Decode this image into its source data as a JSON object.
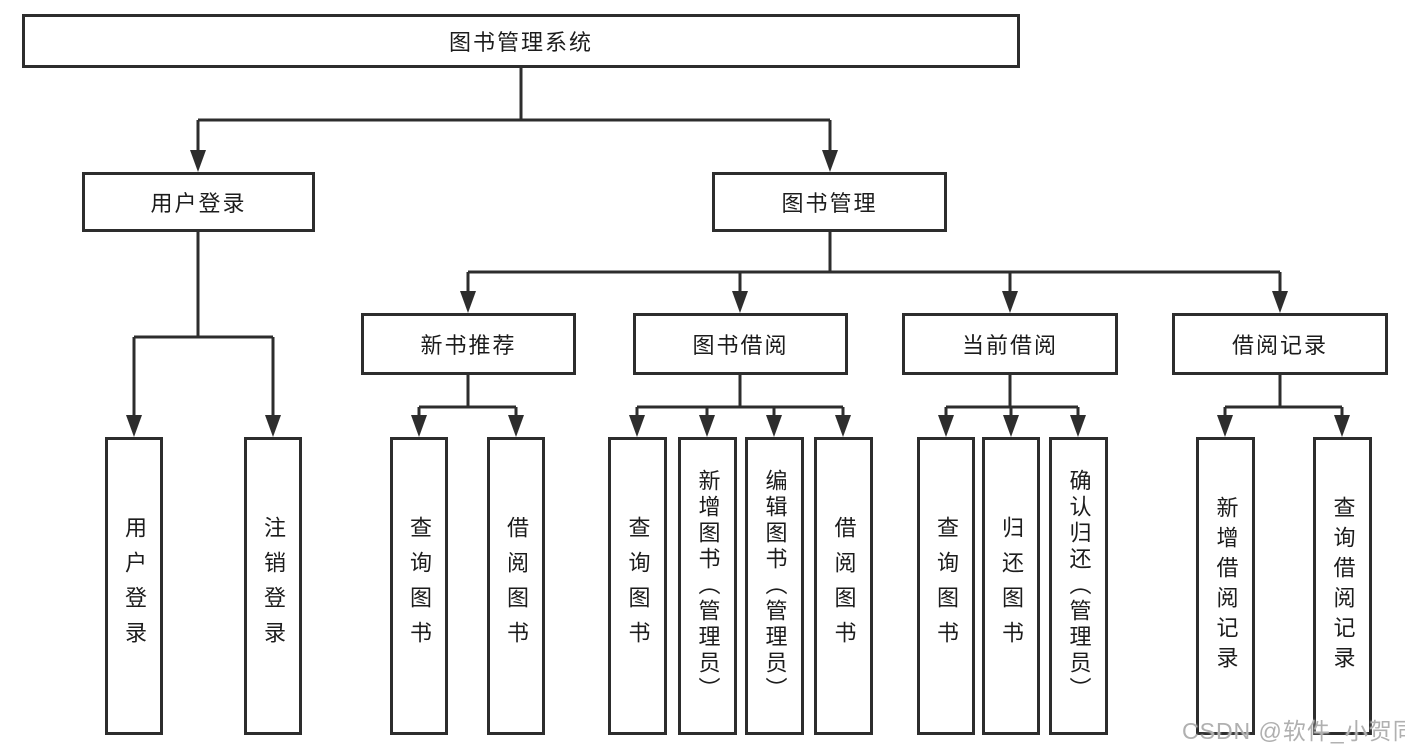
{
  "diagram": {
    "root": {
      "label": "图书管理系统"
    },
    "branches": [
      {
        "label": "用户登录",
        "children": [
          {
            "label": "用户登录"
          },
          {
            "label": "注销登录"
          }
        ]
      },
      {
        "label": "图书管理",
        "children": [
          {
            "label": "新书推荐",
            "children": [
              {
                "label": "查询图书"
              },
              {
                "label": "借阅图书"
              }
            ]
          },
          {
            "label": "图书借阅",
            "children": [
              {
                "label": "查询图书"
              },
              {
                "label": "新增图书（管理员）"
              },
              {
                "label": "编辑图书（管理员）"
              },
              {
                "label": "借阅图书"
              }
            ]
          },
          {
            "label": "当前借阅",
            "children": [
              {
                "label": "查询图书"
              },
              {
                "label": "归还图书"
              },
              {
                "label": "确认归还（管理员）"
              }
            ]
          },
          {
            "label": "借阅记录",
            "children": [
              {
                "label": "新增借阅记录"
              },
              {
                "label": "查询借阅记录"
              }
            ]
          }
        ]
      }
    ]
  },
  "watermark": "CSDN @软件_小贺同学",
  "colors": {
    "line": "#2d2d2d",
    "text": "#1c1c1c",
    "watermark": "#b0b0b0",
    "background": "#ffffff"
  }
}
